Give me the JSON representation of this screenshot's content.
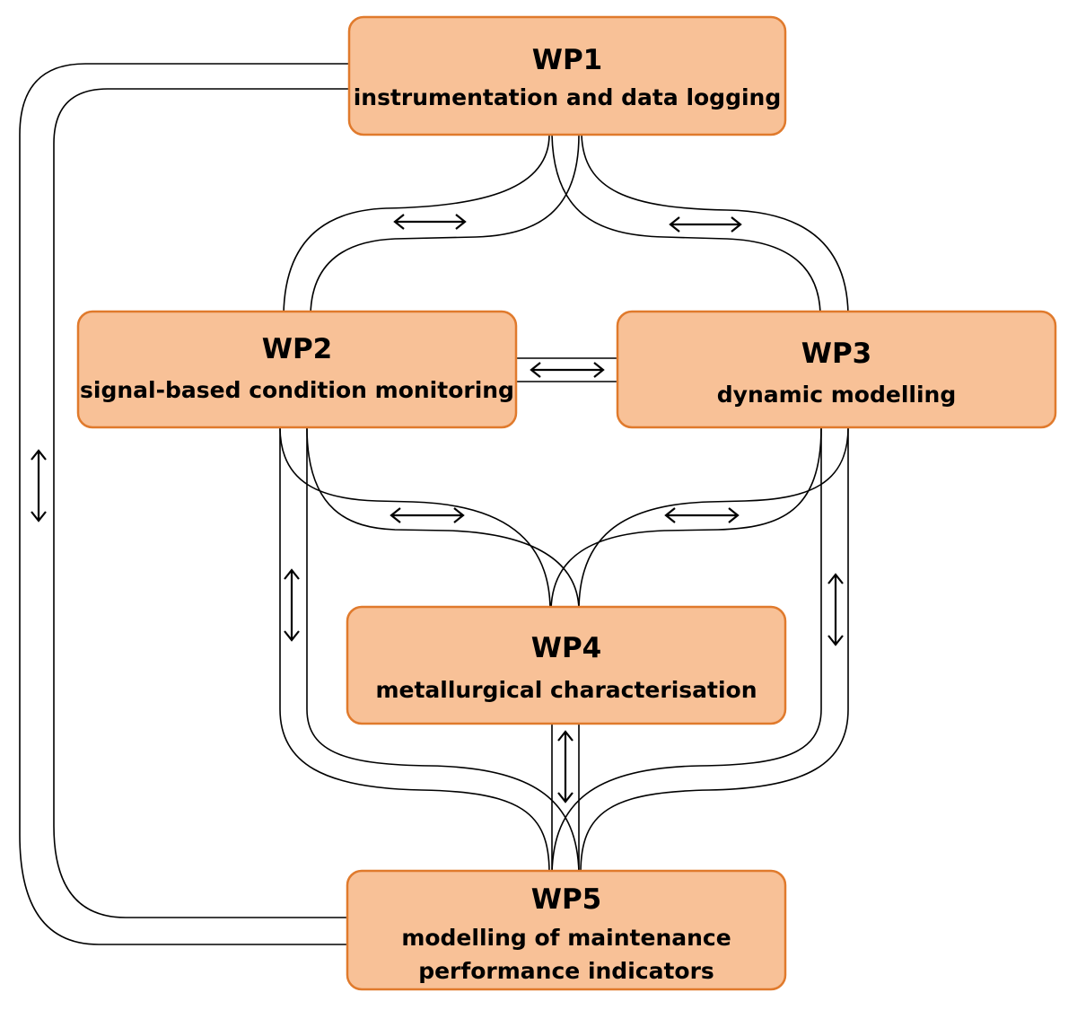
{
  "work_packages": [
    {
      "id": "wp1",
      "title": "WP1",
      "lines": [
        "instrumentation and data logging"
      ]
    },
    {
      "id": "wp2",
      "title": "WP2",
      "lines": [
        "signal-based condition monitoring"
      ]
    },
    {
      "id": "wp3",
      "title": "WP3",
      "lines": [
        "dynamic modelling"
      ]
    },
    {
      "id": "wp4",
      "title": "WP4",
      "lines": [
        "metallurgical characterisation"
      ]
    },
    {
      "id": "wp5",
      "title": "WP5",
      "lines": [
        "modelling of maintenance",
        "performance indicators"
      ]
    }
  ],
  "connections": [
    {
      "from": "WP1",
      "to": "WP2",
      "direction": "bidirectional"
    },
    {
      "from": "WP1",
      "to": "WP3",
      "direction": "bidirectional"
    },
    {
      "from": "WP1",
      "to": "WP5",
      "direction": "bidirectional"
    },
    {
      "from": "WP2",
      "to": "WP3",
      "direction": "bidirectional"
    },
    {
      "from": "WP2",
      "to": "WP4",
      "direction": "bidirectional"
    },
    {
      "from": "WP3",
      "to": "WP4",
      "direction": "bidirectional"
    },
    {
      "from": "WP2",
      "to": "WP5",
      "direction": "bidirectional"
    },
    {
      "from": "WP3",
      "to": "WP5",
      "direction": "bidirectional"
    },
    {
      "from": "WP4",
      "to": "WP5",
      "direction": "bidirectional"
    }
  ],
  "colors": {
    "box_fill": "#f8c197",
    "box_border": "#e07a2c",
    "line": "#000000",
    "background": "#ffffff"
  }
}
